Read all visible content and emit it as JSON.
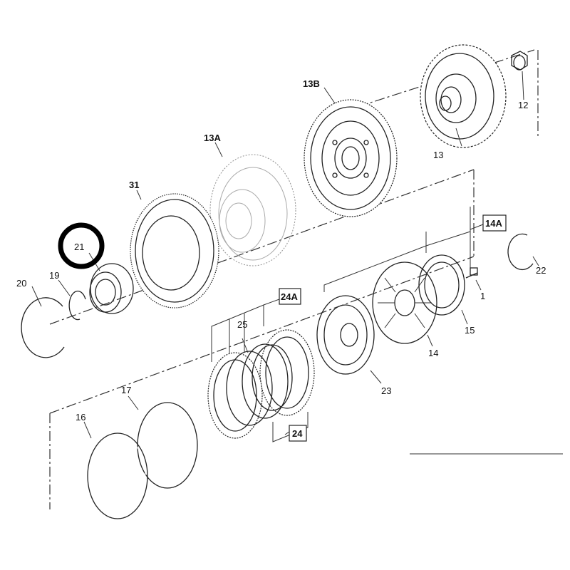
{
  "diagram": {
    "labels": {
      "p1": "1",
      "p12": "12",
      "p13": "13",
      "p13A": "13A",
      "p13B": "13B",
      "p14": "14",
      "p14A": "14A",
      "p15": "15",
      "p16": "16",
      "p17": "17",
      "p19": "19",
      "p20": "20",
      "p21": "21",
      "p22": "22",
      "p23": "23",
      "p24": "24",
      "p24A": "24A",
      "p25": "25",
      "p31": "31"
    },
    "colors": {
      "ink": "#222222",
      "highlight": "#000000",
      "background": "#ffffff"
    }
  }
}
